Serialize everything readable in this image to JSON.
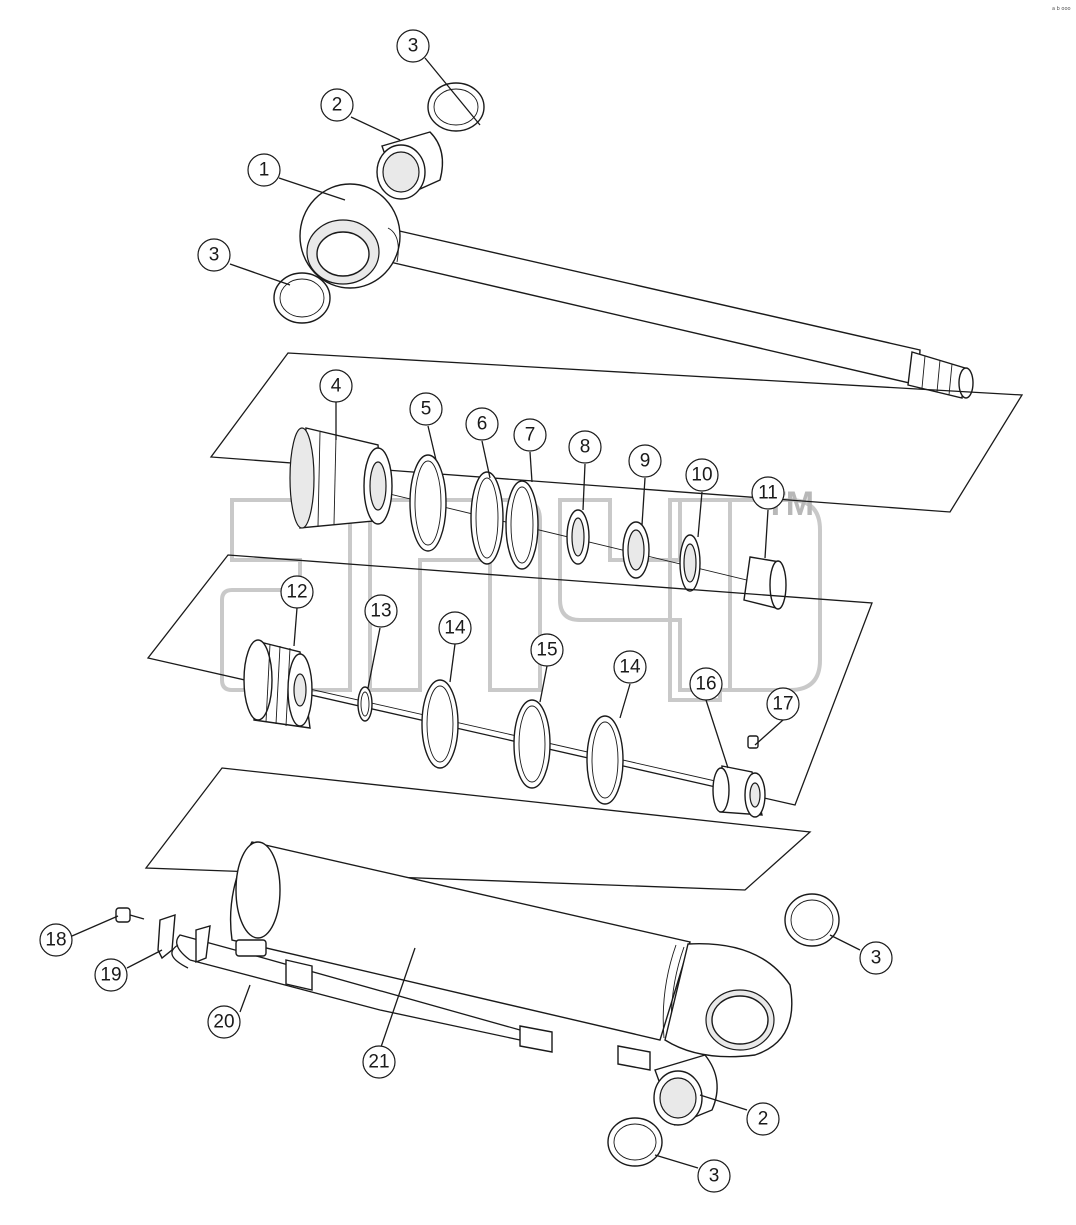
{
  "watermark": {
    "trademark": "TM"
  },
  "corner_mark": "a b ooo",
  "callouts": [
    {
      "id": "c3a",
      "label": "3"
    },
    {
      "id": "c2a",
      "label": "2"
    },
    {
      "id": "c1",
      "label": "1"
    },
    {
      "id": "c3b",
      "label": "3"
    },
    {
      "id": "c4",
      "label": "4"
    },
    {
      "id": "c5",
      "label": "5"
    },
    {
      "id": "c6",
      "label": "6"
    },
    {
      "id": "c7",
      "label": "7"
    },
    {
      "id": "c8",
      "label": "8"
    },
    {
      "id": "c9",
      "label": "9"
    },
    {
      "id": "c10",
      "label": "10"
    },
    {
      "id": "c11",
      "label": "11"
    },
    {
      "id": "c12",
      "label": "12"
    },
    {
      "id": "c13",
      "label": "13"
    },
    {
      "id": "c14a",
      "label": "14"
    },
    {
      "id": "c15",
      "label": "15"
    },
    {
      "id": "c14b",
      "label": "14"
    },
    {
      "id": "c16",
      "label": "16"
    },
    {
      "id": "c17",
      "label": "17"
    },
    {
      "id": "c18",
      "label": "18"
    },
    {
      "id": "c19",
      "label": "19"
    },
    {
      "id": "c20",
      "label": "20"
    },
    {
      "id": "c21",
      "label": "21"
    },
    {
      "id": "c3c",
      "label": "3"
    },
    {
      "id": "c2b",
      "label": "2"
    },
    {
      "id": "c3d",
      "label": "3"
    }
  ]
}
